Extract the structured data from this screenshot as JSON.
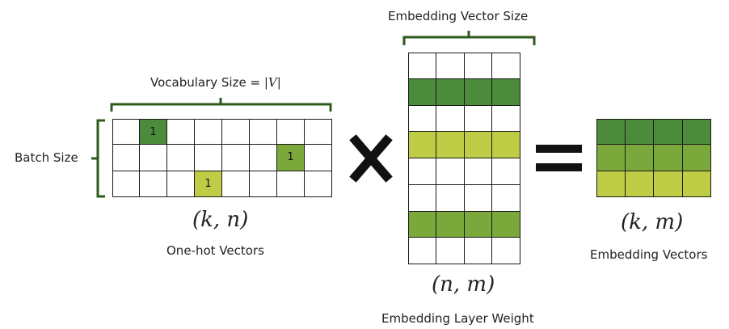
{
  "labels": {
    "vocab_size": "Vocabulary Size = ",
    "vocab_symbol": "|V|",
    "batch_size": "Batch Size",
    "embedding_vector_size": "Embedding Vector Size",
    "one_hot_vectors": "One-hot Vectors",
    "embedding_layer_weight": "Embedding Layer Weight",
    "embedding_vectors": "Embedding Vectors"
  },
  "shapes": {
    "one_hot": "(k, n)",
    "weight": "(n, m)",
    "output": "(k, m)"
  },
  "operators": {
    "multiply": "times-symbol",
    "equals": "equals-symbol"
  },
  "colors": {
    "dark_green": "#4b8b3b",
    "mid_green": "#7ba83a",
    "light_green": "#bfcc45",
    "grid_line": "#1a1a1a",
    "bracket": "#2e5a1c"
  },
  "one_hot_matrix": {
    "rows": 3,
    "cols": 8,
    "marked": [
      {
        "row": 0,
        "col": 1,
        "text": "1",
        "color": "#4b8b3b"
      },
      {
        "row": 1,
        "col": 6,
        "text": "1",
        "color": "#7ba83a"
      },
      {
        "row": 2,
        "col": 3,
        "text": "1",
        "color": "#bfcc45"
      }
    ]
  },
  "weight_matrix": {
    "rows": 8,
    "cols": 4,
    "highlighted_rows": [
      {
        "row": 1,
        "color": "#4b8b3b"
      },
      {
        "row": 3,
        "color": "#bfcc45"
      },
      {
        "row": 6,
        "color": "#7ba83a"
      }
    ]
  },
  "output_matrix": {
    "rows": 3,
    "cols": 4,
    "row_colors": [
      "#4b8b3b",
      "#7ba83a",
      "#bfcc45"
    ]
  }
}
